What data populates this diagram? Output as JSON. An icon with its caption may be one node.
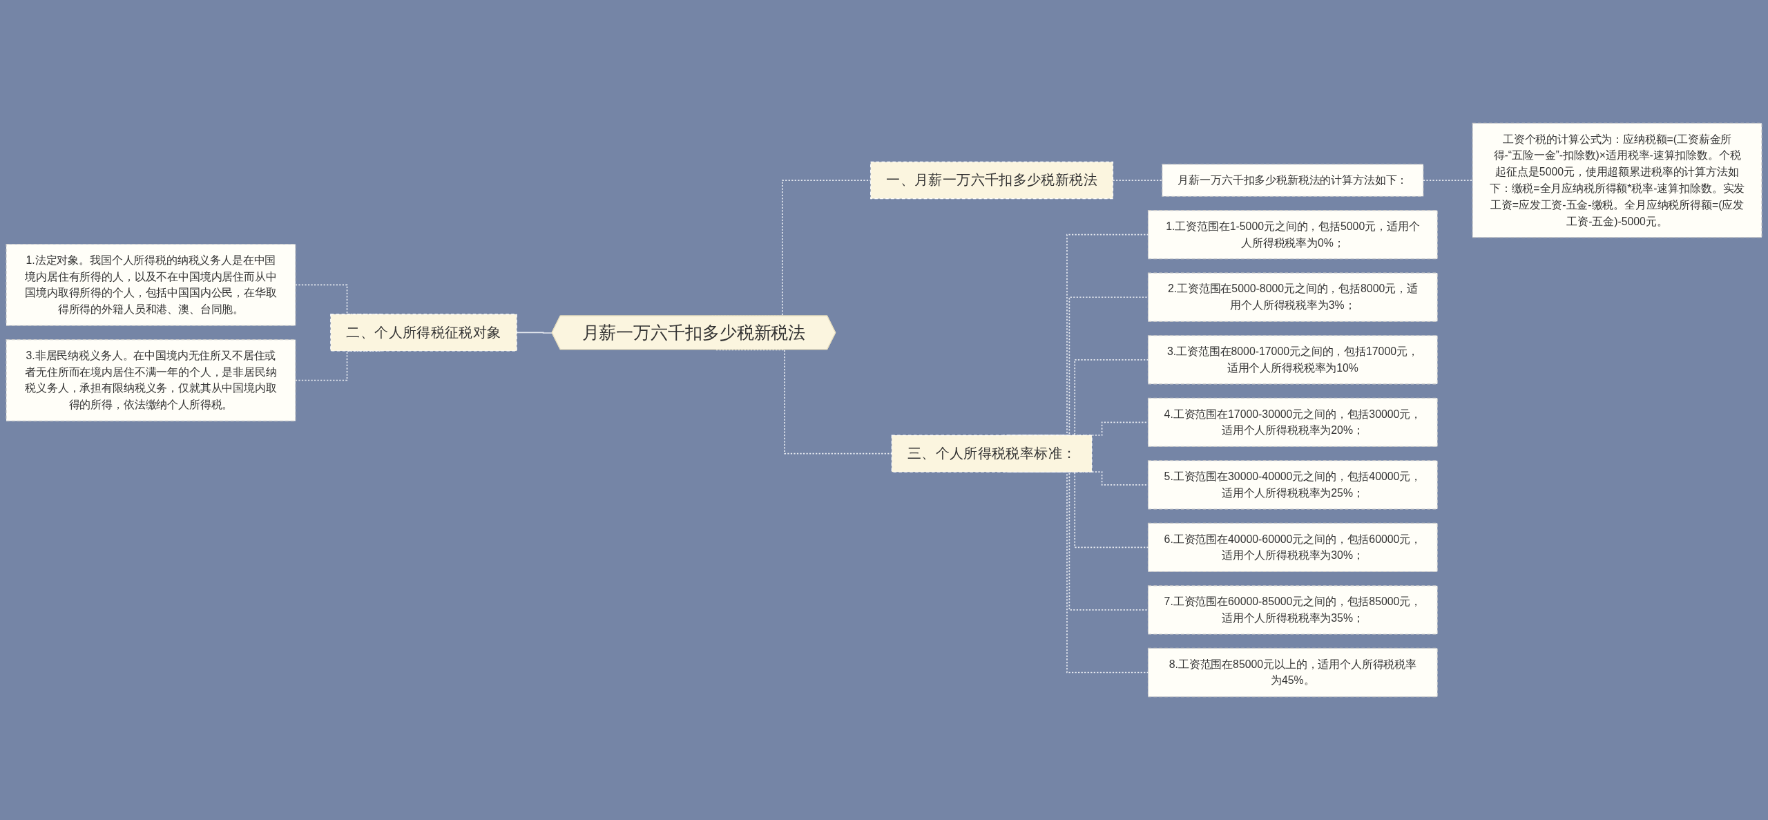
{
  "diagram": {
    "nodes": [
      {
        "text": [
          "月薪一万六千扣多少税新税法"
        ]
      },
      {
        "text": [
          "一、月薪一万六千扣多少税新税法"
        ]
      },
      {
        "text": [
          "月薪一万六千扣多少税新税法的计算方法如下："
        ]
      },
      {
        "text": [
          "工资个税的计算公式为：应纳税额=(工资薪金所得-“五险一金”-扣除数)×适用税率-速算扣除数。个税起征点是5000元，使用超额累进税率的计算方法如下：缴税=全月应纳税所得额*税率-速算扣除数。实发工资=应发工资-五金-缴税。全月应纳税所得额=(应发工资-五金)-5000元。"
        ]
      },
      {
        "text": [
          "二、个人所得税征税对象"
        ]
      },
      {
        "text": [
          "1.法定对象。我国个人所得税的纳税义务人是在中国境内居住有所得的人，以及不在中国境内居住而从中国境内取得所得的个人，包括中国国内公民，在华取得所得的外籍人员和港、澳、台同胞。"
        ]
      },
      {
        "text": [
          "3.非居民纳税义务人。在中国境内无住所又不居住或者无住所而在境内居住不满一年的个人，是非居民纳税义务人，承担有限纳税义务，仅就其从中国境内取得的所得，依法缴纳个人所得税。"
        ]
      },
      {
        "text": [
          "三、个人所得税税率标准："
        ]
      },
      {
        "text": [
          "1.工资范围在1-5000元之间的，包括5000元，适用个人所得税税率为0%；"
        ]
      },
      {
        "text": [
          "2.工资范围在5000-8000元之间的，包括8000元，适用个人所得税税率为3%；"
        ]
      },
      {
        "text": [
          "3.工资范围在8000-17000元之间的，包括17000元，适用个人所得税税率为10%"
        ]
      },
      {
        "text": [
          "4.工资范围在17000-30000元之间的，包括30000元，适用个人所得税税率为20%；"
        ]
      },
      {
        "text": [
          "5.工资范围在30000-40000元之间的，包括40000元，适用个人所得税税率为25%；"
        ]
      },
      {
        "text": [
          "6.工资范围在40000-60000元之间的，包括60000元，适用个人所得税税率为30%；"
        ]
      },
      {
        "text": [
          "7.工资范围在60000-85000元之间的，包括85000元，适用个人所得税税率为35%；"
        ]
      },
      {
        "text": [
          "8.工资范围在85000元以上的，适用个人所得税税率为45%。"
        ]
      }
    ],
    "edges": [
      {
        "from": 0,
        "to": 1,
        "arrow": "none",
        "style": "dashed"
      },
      {
        "from": 1,
        "to": 2,
        "arrow": "none",
        "style": "dashed"
      },
      {
        "from": 2,
        "to": 3,
        "arrow": "none",
        "style": "dashed"
      },
      {
        "from": 4,
        "to": 0,
        "arrow": "none"
      },
      {
        "from": 5,
        "to": 4,
        "arrow": "none",
        "style": "dashed"
      },
      {
        "from": 6,
        "to": 4,
        "arrow": "none",
        "style": "dashed"
      },
      {
        "from": 0,
        "to": 7,
        "arrow": "none",
        "style": "dashed"
      },
      {
        "from": 7,
        "to": 8,
        "arrow": "none",
        "style": "dashed"
      },
      {
        "from": 7,
        "to": 9,
        "arrow": "none",
        "style": "dashed"
      },
      {
        "from": 7,
        "to": 10,
        "arrow": "none",
        "style": "dashed"
      },
      {
        "from": 7,
        "to": 11,
        "arrow": "none",
        "style": "dashed"
      },
      {
        "from": 7,
        "to": 12,
        "arrow": "none",
        "style": "dashed"
      },
      {
        "from": 7,
        "to": 13,
        "arrow": "none",
        "style": "dashed"
      },
      {
        "from": 7,
        "to": 14,
        "arrow": "none",
        "style": "dashed"
      },
      {
        "from": 7,
        "to": 15,
        "arrow": "none",
        "style": "dashed"
      }
    ]
  }
}
